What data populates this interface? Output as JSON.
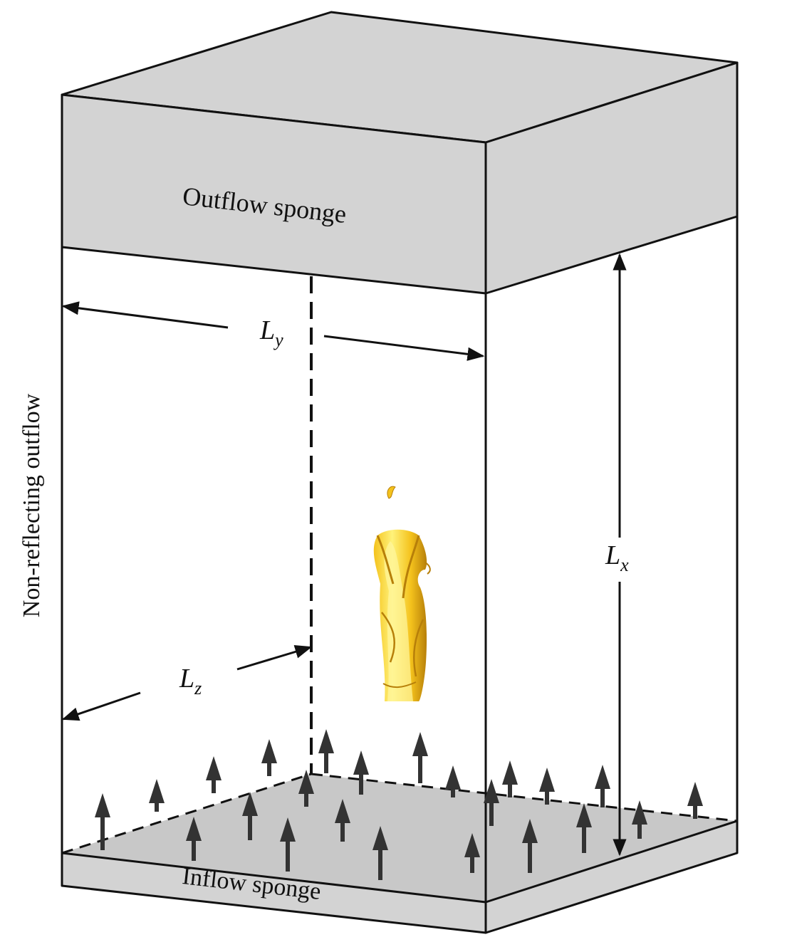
{
  "labels": {
    "outflow_sponge": "Outflow sponge",
    "inflow_sponge": "Inflow sponge",
    "side_boundary": "Non-reflecting outflow",
    "dimension_y": {
      "main": "L",
      "sub": "y"
    },
    "dimension_x": {
      "main": "L",
      "sub": "x"
    },
    "dimension_z": {
      "main": "L",
      "sub": "z"
    }
  },
  "colors": {
    "sponge_fill": "#d3d3d3",
    "floor_fill": "#c8c8c8",
    "edge": "#111111",
    "arrow": "#333333",
    "flame_light": "#fff27a",
    "flame_mid": "#f4c21c",
    "flame_dark": "#b77f09"
  },
  "icons": {
    "inflow_arrow": "up-arrow-icon",
    "flame": "flame-plume-icon"
  }
}
